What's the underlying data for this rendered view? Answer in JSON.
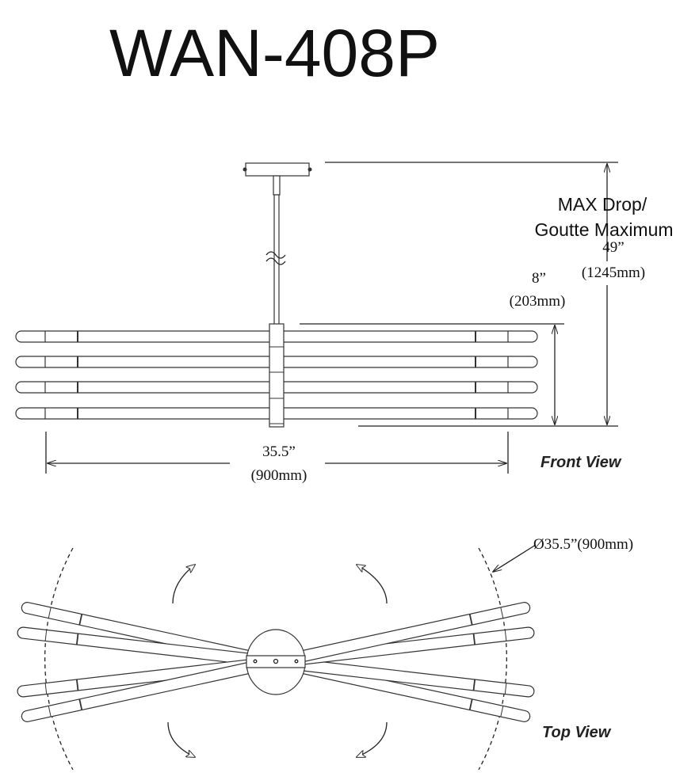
{
  "title": "WAN-408P",
  "front_view": {
    "label": "Front View",
    "max_drop_label_1": "MAX Drop/",
    "max_drop_label_2": "Goutte Maximum",
    "max_drop_in": "49”",
    "max_drop_mm": "(1245mm)",
    "height_in": "8”",
    "height_mm": "(203mm)",
    "width_in": "35.5”",
    "width_mm": "(900mm)"
  },
  "top_view": {
    "label": "Top View",
    "diameter": "Ø35.5”(900mm)"
  }
}
